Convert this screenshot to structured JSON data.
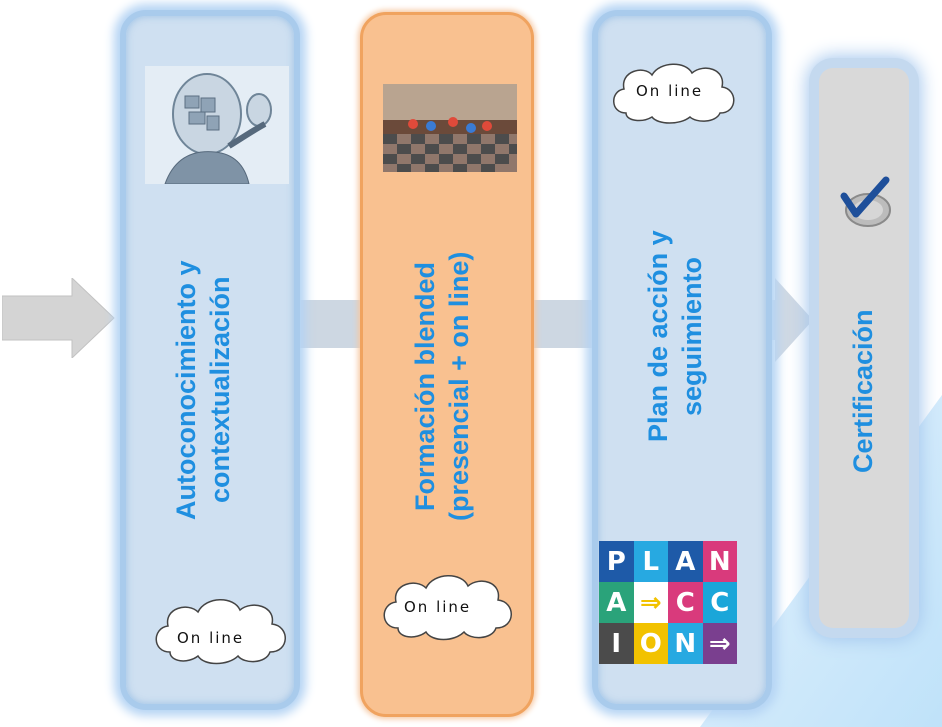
{
  "stages": [
    {
      "label": "Autoconocimiento y\ncontextualización",
      "badge": "On line"
    },
    {
      "label": "Formación blended\n(presencial + on line)",
      "badge": "On line"
    },
    {
      "label": "Plan de acción y\nseguimiento",
      "badge": "On line"
    },
    {
      "label": "Certificación"
    }
  ],
  "plan_logo": {
    "cells": [
      {
        "t": "P",
        "c": "#1e5aa8"
      },
      {
        "t": "L",
        "c": "#27a9e1"
      },
      {
        "t": "A",
        "c": "#1e5aa8"
      },
      {
        "t": "N",
        "c": "#d93a7c"
      },
      {
        "t": "A",
        "c": "#2aa37a"
      },
      {
        "t": "⇒",
        "c": "#ffffff",
        "fg": "#f2c200"
      },
      {
        "t": "C",
        "c": "#d93a7c"
      },
      {
        "t": "C",
        "c": "#1aa6d9"
      },
      {
        "t": "I",
        "c": "#4b4b4b"
      },
      {
        "t": "O",
        "c": "#f2c200"
      },
      {
        "t": "N",
        "c": "#27a9e1"
      },
      {
        "t": "⇒",
        "c": "#7a3f8f"
      }
    ]
  },
  "colors": {
    "accent_text": "#1f8fe0",
    "blue_column": "#cfe0f1",
    "orange_column": "#f9c190",
    "gray_column": "#d9d9d9"
  }
}
